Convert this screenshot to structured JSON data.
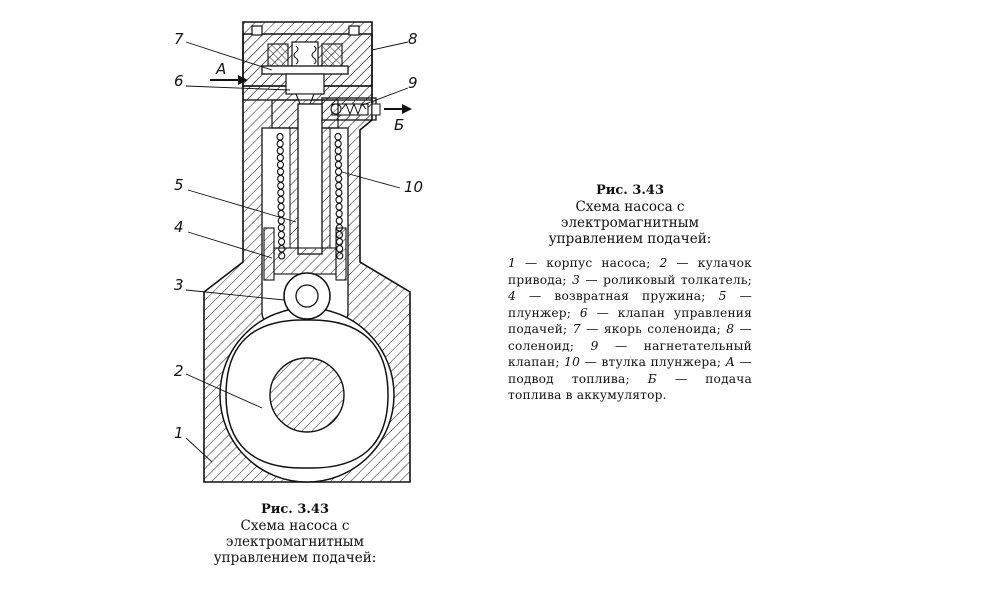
{
  "labels": {
    "n1": "1",
    "n2": "2",
    "n3": "3",
    "n4": "4",
    "n5": "5",
    "n6": "6",
    "n7": "7",
    "n8": "8",
    "n9": "9",
    "n10": "10",
    "a": "А",
    "b": "Б"
  },
  "caption_bottom": {
    "fig": "Рис. 3.43",
    "line1": "Схема насоса с",
    "line2": "электромагнитным",
    "line3": "управлением подачей:"
  },
  "caption_right": {
    "fig": "Рис. 3.43",
    "line1": "Схема насоса с",
    "line2": "электромагнитным",
    "line3": "управлением подачей:",
    "legend": [
      {
        "k": "1",
        "t": " — корпус насоса; "
      },
      {
        "k": "2",
        "t": " — кулачок привода; "
      },
      {
        "k": "3",
        "t": " — роликовый толкатель; "
      },
      {
        "k": "4",
        "t": " — возвратная пружина; "
      },
      {
        "k": "5",
        "t": " — плунжер; "
      },
      {
        "k": "6",
        "t": " — клапан управления подачей; "
      },
      {
        "k": "7",
        "t": " — якорь соленоида; "
      },
      {
        "k": "8",
        "t": " — соленоид; "
      },
      {
        "k": "9",
        "t": " — нагнетательный клапан; "
      },
      {
        "k": "10",
        "t": " — втулка плунжера; "
      },
      {
        "k": "А",
        "t": " — подвод топлива; "
      },
      {
        "k": "Б",
        "t": " — подача топлива в аккумулятор."
      }
    ]
  }
}
